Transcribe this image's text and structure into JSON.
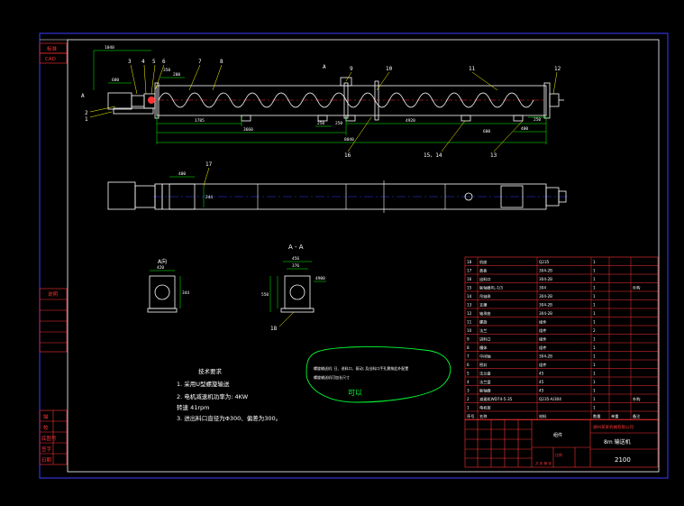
{
  "colors": {
    "background": "#000000",
    "frame": "#3b3bff",
    "geometry": "#ffffff",
    "dimension": "#00ff00",
    "leader": "#ffff00",
    "table": "#ff0000",
    "title_text": "#ffffff",
    "centerline": "#ff3333",
    "note_cloud": "#00ff33",
    "axis": "#ff3333"
  },
  "side_strip": {
    "top_labels": [
      "标准",
      "CAD"
    ],
    "mid_label": "说明",
    "bottom_labels": [
      "描",
      "校",
      "底图号",
      "签字",
      "日期"
    ]
  },
  "main_view": {
    "overall_dims": {
      "left_length": "1040",
      "motor_dim": "680",
      "small_dim": "200",
      "shaft_dim": "350",
      "seg_a": "1785",
      "seg_b": "3660",
      "seg_c": "4920",
      "total": "8040",
      "support_a": "250",
      "support_b": "250",
      "end_a": "400",
      "end_b": "250",
      "right_dim": "600"
    },
    "balloons": [
      "1",
      "2",
      "3",
      "4",
      "5",
      "6",
      "7",
      "8",
      "9",
      "10",
      "11",
      "12",
      "13",
      "15、14",
      "16"
    ],
    "section_marker": "A",
    "section_marker_left": "A"
  },
  "plan_view": {
    "balloons": [
      "17"
    ],
    "dims": [
      "400",
      "244"
    ]
  },
  "view_a": {
    "title": "A向",
    "dims": [
      "420",
      "344"
    ]
  },
  "section_aa": {
    "title": "A - A",
    "dims": [
      "456",
      "376",
      "550",
      "4908"
    ],
    "balloon": "18"
  },
  "notes": {
    "heading": "技术要求",
    "lines": [
      "1. 采用U型螺旋输送",
      "2. 电机减速机功率为: 4KW",
      "    转速  41rpm",
      "3. 进出料口直径为Φ300、偏差为300。"
    ]
  },
  "cloud_note": {
    "lines": [
      "螺旋输送机: 日、进料口、驱动; 及出料口手孔需按此外配置",
      "螺旋输送机可加长尺寸"
    ],
    "stamp": "可以"
  },
  "bom": {
    "rows": [
      [
        "18",
        "机座",
        "Q235",
        "1",
        "",
        ""
      ],
      [
        "17",
        "盖板",
        "304-2B",
        "1",
        "",
        ""
      ],
      [
        "16",
        "出料口",
        "304-2B",
        "1",
        "",
        ""
      ],
      [
        "15",
        "联轴器XL-1/3",
        "304",
        "1",
        "",
        "外购"
      ],
      [
        "14",
        "吊轴承",
        "304-2B",
        "1",
        "",
        ""
      ],
      [
        "13",
        "支撑",
        "304-2B",
        "1",
        "",
        ""
      ],
      [
        "12",
        "轴承座",
        "304-2B",
        "1",
        "",
        ""
      ],
      [
        "11",
        "螺旋",
        "组件",
        "1",
        "",
        ""
      ],
      [
        "10",
        "法兰",
        "组件",
        "2",
        "",
        ""
      ],
      [
        "9",
        "进料口",
        "组件",
        "1",
        "",
        ""
      ],
      [
        "8",
        "槽体",
        "组件",
        "1",
        "",
        ""
      ],
      [
        "7",
        "中间轴",
        "304-2B",
        "1",
        "",
        ""
      ],
      [
        "6",
        "密封",
        "组件",
        "1",
        "",
        ""
      ],
      [
        "5",
        "法兰盘",
        "45",
        "1",
        "",
        ""
      ],
      [
        "4",
        "法兰盘",
        "45",
        "1",
        "",
        ""
      ],
      [
        "3",
        "联轴器",
        "45",
        "1",
        "",
        ""
      ],
      [
        "2",
        "减速机WD74-5-35",
        "Q235-A/304",
        "1",
        "",
        "外购"
      ],
      [
        "1",
        "电机架",
        "",
        "1",
        "",
        ""
      ]
    ],
    "header": [
      "序号",
      "名称",
      "材料",
      "数量",
      "单重",
      "备注"
    ]
  },
  "title_block": {
    "company": "湖州某某机械有限公司",
    "drawing_name": "8m 输送机",
    "drawing_no": "2100",
    "material": "组件",
    "scale_label": "比例",
    "sheet": "共 张  第 张"
  }
}
